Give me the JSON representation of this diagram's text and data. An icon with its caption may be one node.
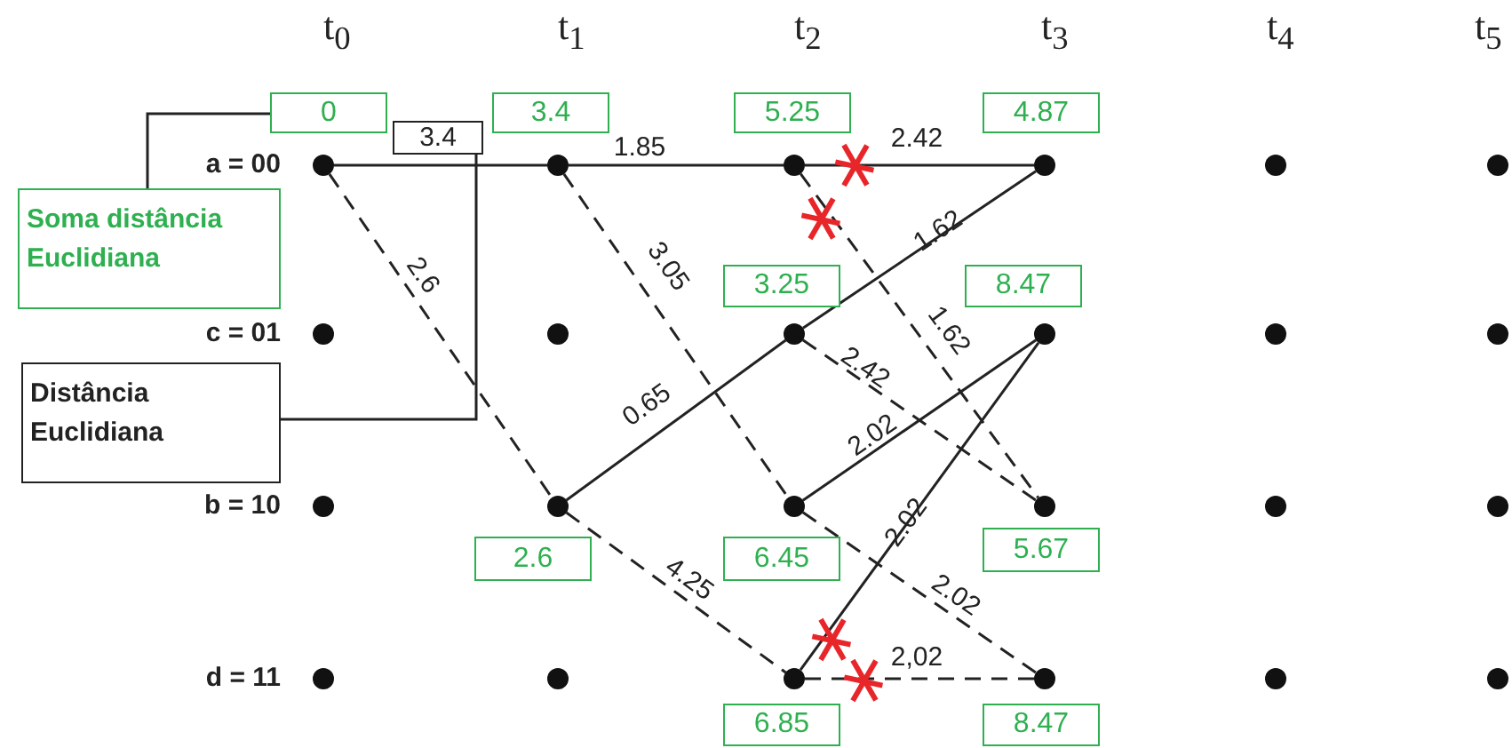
{
  "diagram": {
    "nodes": [
      {
        "text": [],
        "shape": "circle"
      },
      {
        "text": [],
        "shape": "circle"
      },
      {
        "text": [],
        "shape": "circle"
      },
      {
        "text": [],
        "shape": "circle"
      },
      {
        "text": [],
        "shape": "circle"
      },
      {
        "text": [],
        "shape": "circle"
      },
      {
        "text": [],
        "shape": "circle"
      },
      {
        "text": [],
        "shape": "circle"
      },
      {
        "text": [],
        "shape": "circle"
      },
      {
        "text": [],
        "shape": "circle"
      },
      {
        "text": [],
        "shape": "circle"
      },
      {
        "text": [],
        "shape": "circle"
      },
      {
        "text": [],
        "shape": "circle"
      },
      {
        "text": [],
        "shape": "circle"
      },
      {
        "text": [],
        "shape": "circle"
      },
      {
        "text": [],
        "shape": "circle"
      },
      {
        "text": [],
        "shape": "circle"
      },
      {
        "text": [],
        "shape": "circle"
      },
      {
        "text": [],
        "shape": "circle"
      },
      {
        "text": [],
        "shape": "circle"
      },
      {
        "text": [],
        "shape": "circle"
      },
      {
        "text": [],
        "shape": "circle"
      },
      {
        "text": [],
        "shape": "circle"
      },
      {
        "text": [],
        "shape": "circle"
      },
      {
        "text": [
          "0"
        ]
      },
      {
        "text": [
          "3.4"
        ]
      },
      {
        "text": [
          "5.25"
        ]
      },
      {
        "text": [
          "4.87"
        ]
      },
      {
        "text": [
          "3.25"
        ]
      },
      {
        "text": [
          "8.47"
        ]
      },
      {
        "text": [
          "2.6"
        ]
      },
      {
        "text": [
          "6.45"
        ]
      },
      {
        "text": [
          "5.67"
        ]
      },
      {
        "text": [
          "6.85"
        ]
      },
      {
        "text": [
          "8.47"
        ]
      },
      {
        "text": [
          "3.4"
        ]
      },
      {
        "text": [
          "Soma distância Euclidiana"
        ]
      },
      {
        "text": [
          "Distância Euclidiana"
        ]
      }
    ],
    "edges": [
      {
        "from": 0,
        "to": 1,
        "arrow": "none"
      },
      {
        "from": 0,
        "to": 13,
        "arrow": "none",
        "label": "2.6",
        "style": "dashed"
      },
      {
        "from": 1,
        "to": 2,
        "arrow": "none",
        "label": "1.85"
      },
      {
        "from": 1,
        "to": 14,
        "arrow": "none",
        "label": "3.05",
        "style": "dashed"
      },
      {
        "from": 13,
        "to": 8,
        "arrow": "none",
        "label": "0.65"
      },
      {
        "from": 13,
        "to": 20,
        "arrow": "none",
        "label": "4.25",
        "style": "dashed"
      },
      {
        "from": 2,
        "to": 3,
        "arrow": "none",
        "label": "2.42"
      },
      {
        "from": 2,
        "to": 15,
        "arrow": "none",
        "label": "1.62",
        "style": "dashed"
      },
      {
        "from": 8,
        "to": 3,
        "arrow": "none",
        "label": "1.62"
      },
      {
        "from": 8,
        "to": 15,
        "arrow": "none",
        "label": "2.42",
        "style": "dashed"
      },
      {
        "from": 14,
        "to": 9,
        "arrow": "none",
        "label": "2.02"
      },
      {
        "from": 14,
        "to": 21,
        "arrow": "none",
        "label": "2.02",
        "style": "dashed"
      },
      {
        "from": 20,
        "to": 9,
        "arrow": "none",
        "label": "2.02"
      },
      {
        "from": 20,
        "to": 21,
        "arrow": "none",
        "label": "2,02",
        "style": "dashed"
      },
      {
        "from": 36,
        "to": 24,
        "arrow": "none"
      },
      {
        "from": 37,
        "to": 35,
        "arrow": "none"
      }
    ],
    "labels": [
      "t$_{0}$",
      "t$_{1}$",
      "t$_{2}$",
      "t$_{3}$",
      "t$_{4}$",
      "t$_{5}$",
      "a = 00",
      "c = 01",
      "b = 10",
      "d = 11"
    ]
  }
}
